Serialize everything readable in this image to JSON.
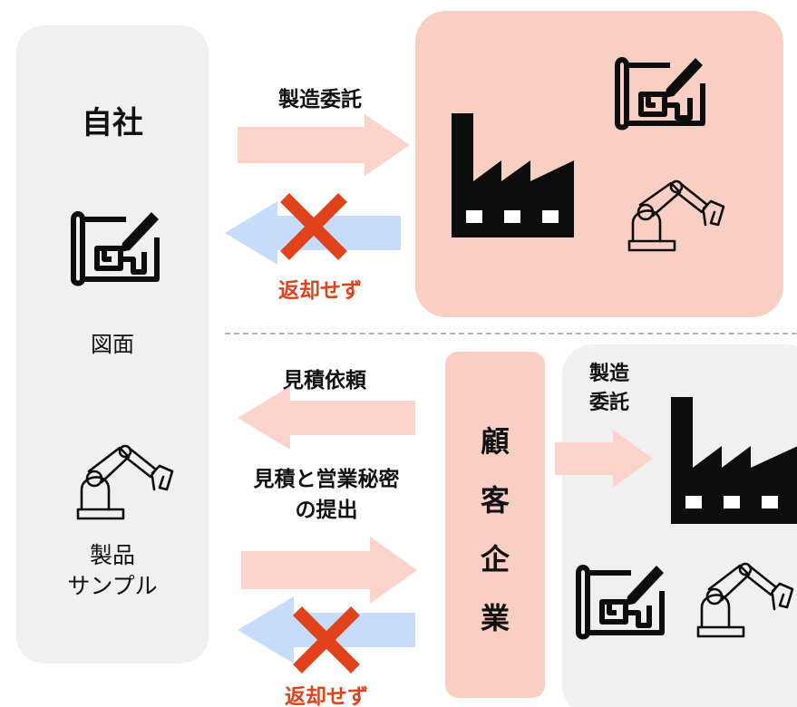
{
  "self": {
    "title": "自社",
    "drawing_label": "図面",
    "sample_label": "製品\nサンプル"
  },
  "top_flow": {
    "outbound_label": "製造委託",
    "return_label": "返却せず"
  },
  "bottom_flow": {
    "quote_request_label": "見積依頼",
    "quote_secret_label": "見積と営業秘密\nの提出",
    "return_label": "返却せず"
  },
  "customer": {
    "title": "顧\n客\n企\n業",
    "outbound_label": "製造\n委託"
  },
  "colors": {
    "panel_gray": "#f0f0f0",
    "panel_pink": "#f9cfc4",
    "arrow_pink": "#fbd3ca",
    "arrow_blue": "#c7dcfb",
    "cross_red": "#e0431c",
    "icon_black": "#0d0d0d",
    "divider": "#a8b5c5"
  },
  "icons": {
    "blueprint": "blueprint-icon",
    "robot_arm": "robot-arm-icon",
    "factory": "factory-icon",
    "cross": "cross-icon"
  }
}
